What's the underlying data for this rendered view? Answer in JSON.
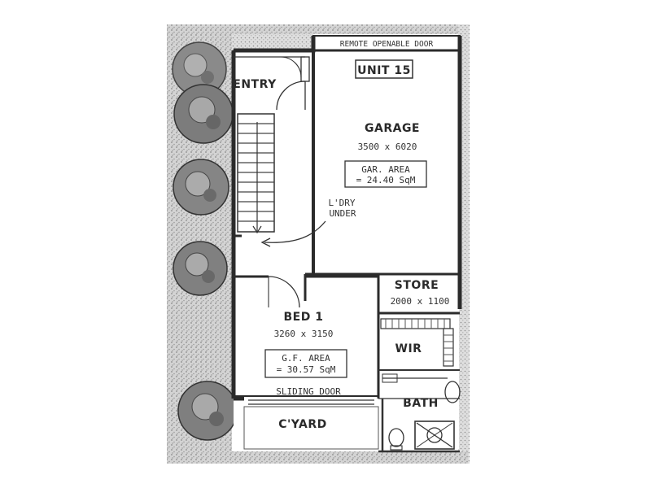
{
  "labels": {
    "remote_door": "REMOTE OPENABLE DOOR",
    "unit": "UNIT 15",
    "entry": "ENTRY",
    "garage": "GARAGE",
    "garage_dims": "3500 x 6020",
    "gar_area_line1": "GAR. AREA",
    "gar_area_line2": "= 24.40 SqM",
    "ldry_line1": "L'DRY",
    "ldry_line2": "UNDER",
    "store": "STORE",
    "store_dims": "2000 x 1100",
    "bed": "BED 1",
    "bed_dims": "3260 x 3150",
    "gf_area_line1": "G.F. AREA",
    "gf_area_line2": "= 30.57 SqM",
    "wir": "WIR",
    "sliding_door": "SLIDING DOOR",
    "bath": "BATH",
    "courtyard": "C'YARD"
  },
  "colors": {
    "wall": "#2b2b2b",
    "hatch": "#9a9a9a",
    "tree": "#6f6f6f",
    "background": "#ffffff"
  }
}
